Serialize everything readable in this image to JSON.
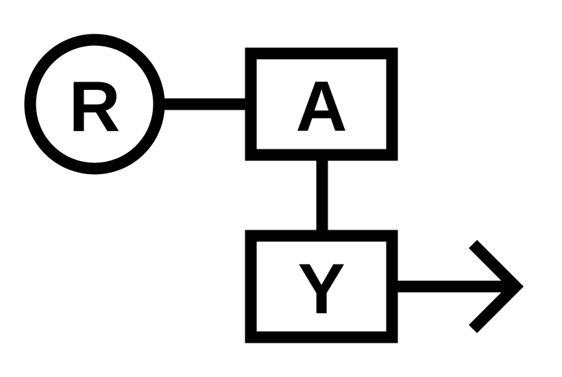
{
  "diagram": {
    "nodes": {
      "r": {
        "label": "R",
        "shape": "circle"
      },
      "a": {
        "label": "A",
        "shape": "rectangle"
      },
      "y": {
        "label": "Y",
        "shape": "rectangle"
      }
    },
    "edges": [
      {
        "from": "R",
        "to": "A",
        "style": "line"
      },
      {
        "from": "A",
        "to": "Y",
        "style": "line"
      },
      {
        "from": "Y",
        "to": "",
        "style": "arrow"
      }
    ],
    "colors": {
      "stroke": "#000000",
      "background": "#ffffff"
    }
  }
}
